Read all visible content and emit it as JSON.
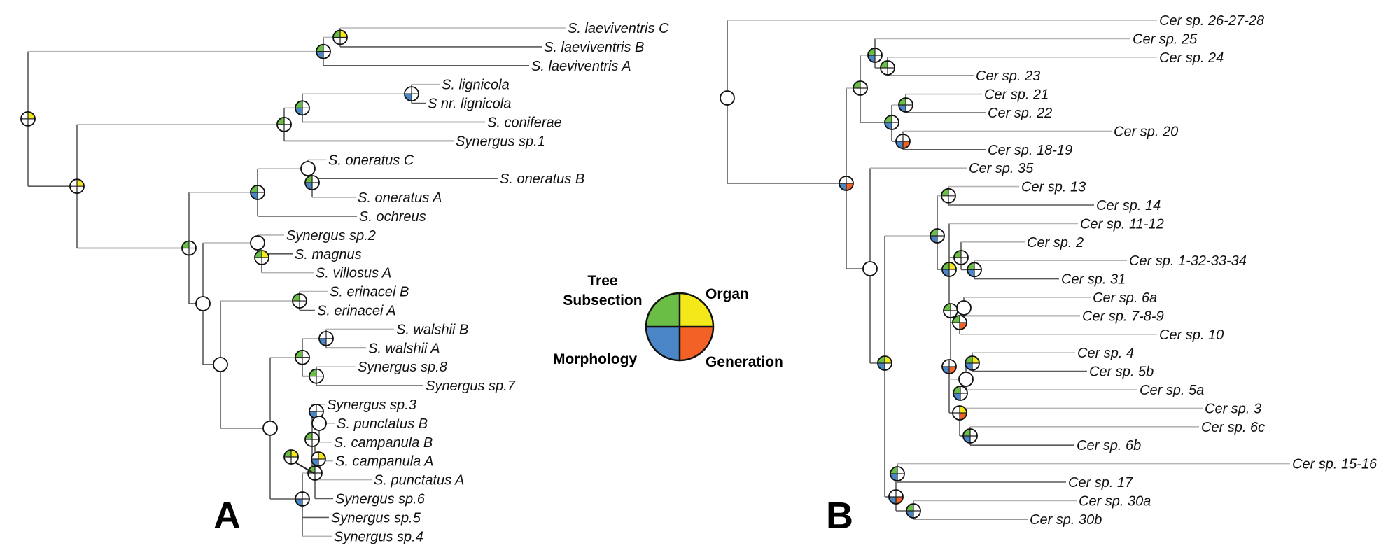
{
  "figure": {
    "legend": {
      "title_lines": [
        "Tree",
        "Subsection"
      ],
      "quadrants": [
        {
          "position": "top-left",
          "label": "Tree Subsection",
          "color": "#6abd45"
        },
        {
          "position": "top-right",
          "label": "Organ",
          "color": "#f2e81a"
        },
        {
          "position": "bottom-left",
          "label": "Morphology",
          "color": "#4a85c5"
        },
        {
          "position": "bottom-right",
          "label": "Generation",
          "color": "#f26226"
        }
      ],
      "labels": {
        "tree_line1": "Tree",
        "tree_line2": "Subsection",
        "organ": "Organ",
        "morphology": "Morphology",
        "generation": "Generation"
      }
    },
    "state_colors": {
      "G": "#6abd45",
      "Y": "#f2e81a",
      "B": "#4a85c5",
      "O": "#f26226"
    },
    "panels": [
      {
        "id": "A",
        "label": "A",
        "leaves": [
          "S. laeviventris C",
          "S. laeviventris B",
          "S. laeviventris A",
          "S. lignicola",
          "S nr. lignicola",
          "S. coniferae",
          "Synergus sp.1",
          "S. oneratus C",
          "S. oneratus B",
          "S. oneratus A",
          "S. ochreus",
          "Synergus sp.2",
          "S. magnus",
          "S. villosus A",
          "S. erinacei B",
          "S. erinacei A",
          "S. walshii B",
          "S. walshii A",
          "Synergus sp.8",
          "Synergus sp.7",
          "Synergus sp.3",
          "S. punctatus B",
          "S. campanula B",
          "S. campanula A",
          "S. punctatus A",
          "Synergus sp.6",
          "Synergus sp.5",
          "Synergus sp.4"
        ],
        "nodes": [
          {
            "id": "a_root",
            "states": "Y",
            "children": [
              "a_lae",
              "a_rest"
            ]
          },
          {
            "id": "a_lae",
            "states": "GB",
            "children": [
              "a_laeCB",
              "S. laeviventris A"
            ]
          },
          {
            "id": "a_laeCB",
            "states": "GY",
            "children": [
              "S. laeviventris C",
              "S. laeviventris B"
            ]
          },
          {
            "id": "a_rest",
            "states": "Y",
            "children": [
              "a_lig3",
              "a_main"
            ]
          },
          {
            "id": "a_lig3",
            "states": "G",
            "children": [
              "a_lig2",
              "Synergus sp.1"
            ]
          },
          {
            "id": "a_lig2",
            "states": "GB",
            "children": [
              "a_lig",
              "S. coniferae"
            ]
          },
          {
            "id": "a_lig",
            "states": "B",
            "children": [
              "S. lignicola",
              "S nr. lignicola"
            ]
          },
          {
            "id": "a_main",
            "states": "G",
            "children": [
              "a_oner",
              "a_low"
            ]
          },
          {
            "id": "a_oner",
            "states": "GB",
            "children": [
              "a_onerCBA",
              "S. ochreus"
            ]
          },
          {
            "id": "a_onerCBA",
            "states": "",
            "children": [
              "S. oneratus C",
              "S. oneratus B",
              "a_onerA"
            ]
          },
          {
            "id": "a_onerA",
            "states": "GB",
            "children": [
              "S. oneratus A"
            ]
          },
          {
            "id": "a_low",
            "states": "",
            "children": [
              "a_mag",
              "a_low2"
            ]
          },
          {
            "id": "a_mag",
            "states": "",
            "children": [
              "Synergus sp.2",
              "S. magnus",
              "a_vill"
            ]
          },
          {
            "id": "a_vill",
            "states": "GY",
            "children": [
              "S. villosus A"
            ]
          },
          {
            "id": "a_low2",
            "states": "",
            "children": [
              "a_eri",
              "a_low3"
            ]
          },
          {
            "id": "a_eri",
            "states": "G",
            "children": [
              "S. erinacei B",
              "S. erinacei A"
            ]
          },
          {
            "id": "a_low3",
            "states": "",
            "children": [
              "a_wal",
              "a_punct"
            ]
          },
          {
            "id": "a_wal",
            "states": "G",
            "children": [
              "a_walBA",
              "a_sp87"
            ]
          },
          {
            "id": "a_walBA",
            "states": "B",
            "children": [
              "S. walshii B",
              "S. walshii A"
            ]
          },
          {
            "id": "a_sp87",
            "states": "G",
            "children": [
              "Synergus sp.8",
              "Synergus sp.7"
            ]
          },
          {
            "id": "a_punct",
            "states": "B",
            "children": [
              "a_camp",
              "Synergus sp.5",
              "Synergus sp.4"
            ]
          },
          {
            "id": "a_camp",
            "states": "G",
            "children": [
              "a_camp2",
              "Synergus sp.6"
            ]
          },
          {
            "id": "a_camp2",
            "states": "G",
            "children": [
              "Synergus sp.3",
              "a_puB",
              "a_caB",
              "a_caA",
              "S. punctatus A"
            ]
          },
          {
            "id": "a_puB",
            "states": "B",
            "children": [
              "S. punctatus B"
            ]
          },
          {
            "id": "a_caB",
            "states": "",
            "children": [
              "S. campanula B"
            ]
          },
          {
            "id": "a_caA",
            "states": "BY",
            "children": [
              "S. campanula A"
            ]
          },
          {
            "id": "a_callout",
            "states": "GY",
            "children": []
          }
        ]
      },
      {
        "id": "B",
        "label": "B",
        "leaves": [
          "Cer sp. 26-27-28",
          "Cer sp. 25",
          "Cer sp. 24",
          "Cer sp. 23",
          "Cer sp. 21",
          "Cer sp. 22",
          "Cer sp. 20",
          "Cer sp. 18-19",
          "Cer sp. 35",
          "Cer sp. 13",
          "Cer sp. 14",
          "Cer sp. 11-12",
          "Cer sp. 2",
          "Cer sp. 1-32-33-34",
          "Cer sp. 31",
          "Cer sp. 6a",
          "Cer sp. 7-8-9",
          "Cer sp. 10",
          "Cer sp. 4",
          "Cer sp. 5b",
          "Cer sp. 5a",
          "Cer sp. 3",
          "Cer sp. 6c",
          "Cer sp. 6b",
          "Cer sp. 15-16",
          "Cer sp. 17",
          "Cer sp. 30a",
          "Cer sp. 30b"
        ],
        "nodes": [
          {
            "id": "b_root",
            "states": "",
            "children": [
              "Cer sp. 26-27-28",
              "b_main"
            ]
          },
          {
            "id": "b_main",
            "states": "BO",
            "children": [
              "b_top",
              "b_low"
            ]
          },
          {
            "id": "b_top",
            "states": "G",
            "children": [
              "b_25",
              "b_2122"
            ]
          },
          {
            "id": "b_25",
            "states": "GB",
            "children": [
              "Cer sp. 25",
              "b_2423"
            ]
          },
          {
            "id": "b_2423",
            "states": "G",
            "children": [
              "Cer sp. 24",
              "Cer sp. 23"
            ]
          },
          {
            "id": "b_2122",
            "states": "GB",
            "children": [
              "b_21",
              "b_20"
            ]
          },
          {
            "id": "b_21",
            "states": "GB",
            "children": [
              "Cer sp. 21",
              "Cer sp. 22"
            ]
          },
          {
            "id": "b_20",
            "states": "BO",
            "children": [
              "Cer sp. 20",
              "Cer sp. 18-19"
            ]
          },
          {
            "id": "b_low",
            "states": "",
            "children": [
              "Cer sp. 35",
              "b_low2"
            ]
          },
          {
            "id": "b_low2",
            "states": "GYB",
            "children": [
              "b_mid",
              "b_bot"
            ]
          },
          {
            "id": "b_mid",
            "states": "GB",
            "children": [
              "b_1314",
              "b_mid2"
            ]
          },
          {
            "id": "b_1314",
            "states": "G",
            "children": [
              "Cer sp. 13",
              "Cer sp. 14"
            ]
          },
          {
            "id": "b_mid2",
            "states": "GYB",
            "children": [
              "Cer sp. 11-12",
              "b_2",
              "b_mid3"
            ]
          },
          {
            "id": "b_2",
            "states": "G",
            "children": [
              "Cer sp. 2",
              "b_131"
            ]
          },
          {
            "id": "b_131",
            "states": "GB",
            "children": [
              "Cer sp. 1-32-33-34",
              "Cer sp. 31"
            ]
          },
          {
            "id": "b_mid3",
            "states": "G",
            "children": [
              "b_6a",
              "b_10",
              "b_lo"
            ]
          },
          {
            "id": "b_6a",
            "states": "",
            "children": [
              "Cer sp. 6a",
              "Cer sp. 7-8-9"
            ]
          },
          {
            "id": "b_10",
            "states": "GO",
            "children": [
              "Cer sp. 10"
            ]
          },
          {
            "id": "b_lo",
            "states": "BO",
            "children": [
              "b_45",
              "b_3"
            ]
          },
          {
            "id": "b_45",
            "states": "",
            "children": [
              "b_4",
              "b_5a"
            ]
          },
          {
            "id": "b_4",
            "states": "GYB",
            "children": [
              "Cer sp. 4",
              "Cer sp. 5b"
            ]
          },
          {
            "id": "b_5a",
            "states": "GB",
            "children": [
              "Cer sp. 5a"
            ]
          },
          {
            "id": "b_3",
            "states": "YO",
            "children": [
              "Cer sp. 3",
              "b_6c"
            ]
          },
          {
            "id": "b_6c",
            "states": "GB",
            "children": [
              "Cer sp. 6c",
              "Cer sp. 6b"
            ]
          },
          {
            "id": "b_bot",
            "states": "BO",
            "children": [
              "b_1516",
              "b_30"
            ]
          },
          {
            "id": "b_1516",
            "states": "GB",
            "children": [
              "Cer sp. 15-16",
              "Cer sp. 17"
            ]
          },
          {
            "id": "b_30",
            "states": "GB",
            "children": [
              "Cer sp. 30a",
              "Cer sp. 30b"
            ]
          }
        ]
      }
    ]
  }
}
